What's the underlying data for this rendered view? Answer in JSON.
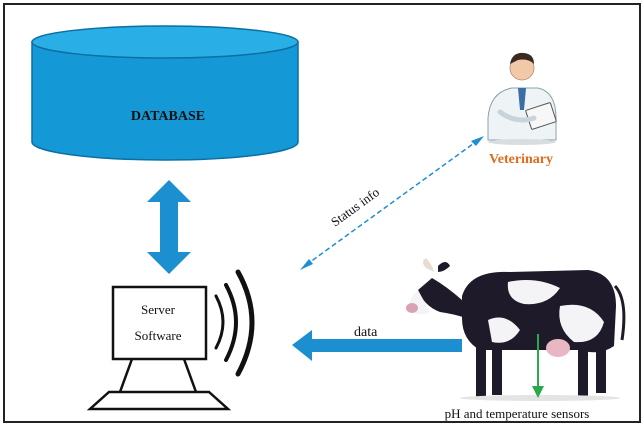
{
  "diagram": {
    "database_label": "DATABASE",
    "veterinary_label": "Veterinary",
    "status_label": "Status info",
    "server_line1": "Server",
    "server_line2": "Software",
    "data_label": "data",
    "sensor_label": "pH and temperature sensors"
  },
  "colors": {
    "database_fill": "#1599d6",
    "database_top": "#2aaee6",
    "arrow_blue": "#1b8fd0",
    "veterinary_text": "#e06b1c",
    "sensor_arrow": "#2aa84a",
    "frame": "#222222"
  },
  "icons": {
    "veterinarian": "doctor-with-clipboard-illustration",
    "cow": "holstein-cow-illustration",
    "computer": "computer-terminal-icon",
    "wireless": "wireless-signal-icon"
  }
}
